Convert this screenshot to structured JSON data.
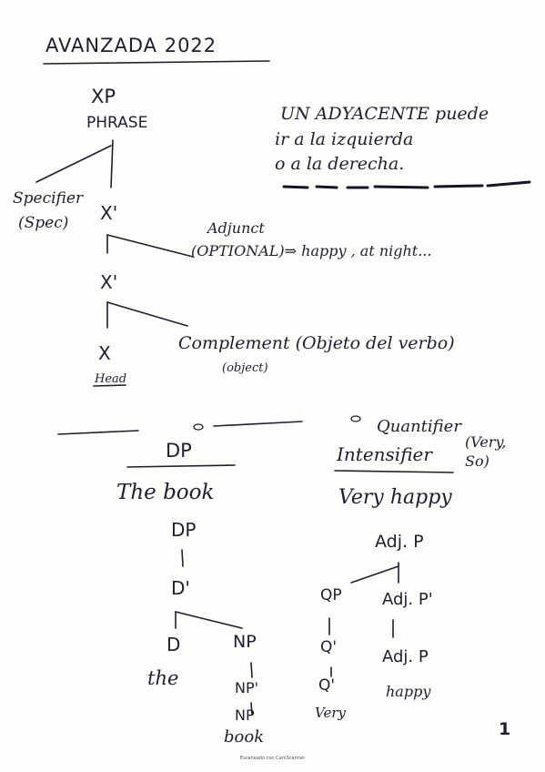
{
  "title": "AVANZADA 2022",
  "xp": {
    "top": "XP",
    "phrase": "PHRASE",
    "specifier": "Specifier",
    "spec": "(Spec)",
    "xbar1": "X'",
    "adjunct": "Adjunct",
    "adjunct_opt": "(OPTIONAL)⇒ happy , at night...",
    "xbar2": "X'",
    "head": "X",
    "head_label": "Head",
    "complement": "Complement (Objeto del verbo)",
    "complement_sub": "(object)"
  },
  "note": {
    "line1": "UN ADYACENTE puede",
    "line2": "ir a la izquierda",
    "line3": "o a la derecha."
  },
  "dp": {
    "marker": "o",
    "header": "DP",
    "example": "The book",
    "root": "DP",
    "dbar": "D'",
    "d": "D",
    "np": "NP",
    "the": "the",
    "npbar": "NP'",
    "n": "NP",
    "book": "book"
  },
  "adjp": {
    "marker": "o",
    "quantifier": "Quantifier",
    "intensifier": "Intensifier",
    "examples": "(Very, So)",
    "example": "Very happy",
    "root": "Adj. P",
    "qp": "QP",
    "adjbar": "Adj. P'",
    "qbar": "Q'",
    "adjp_low": "Adj. P",
    "q": "Q'",
    "happy": "happy",
    "very": "Very"
  },
  "page_number": "1",
  "footer": "Escaneado con CamScanner"
}
